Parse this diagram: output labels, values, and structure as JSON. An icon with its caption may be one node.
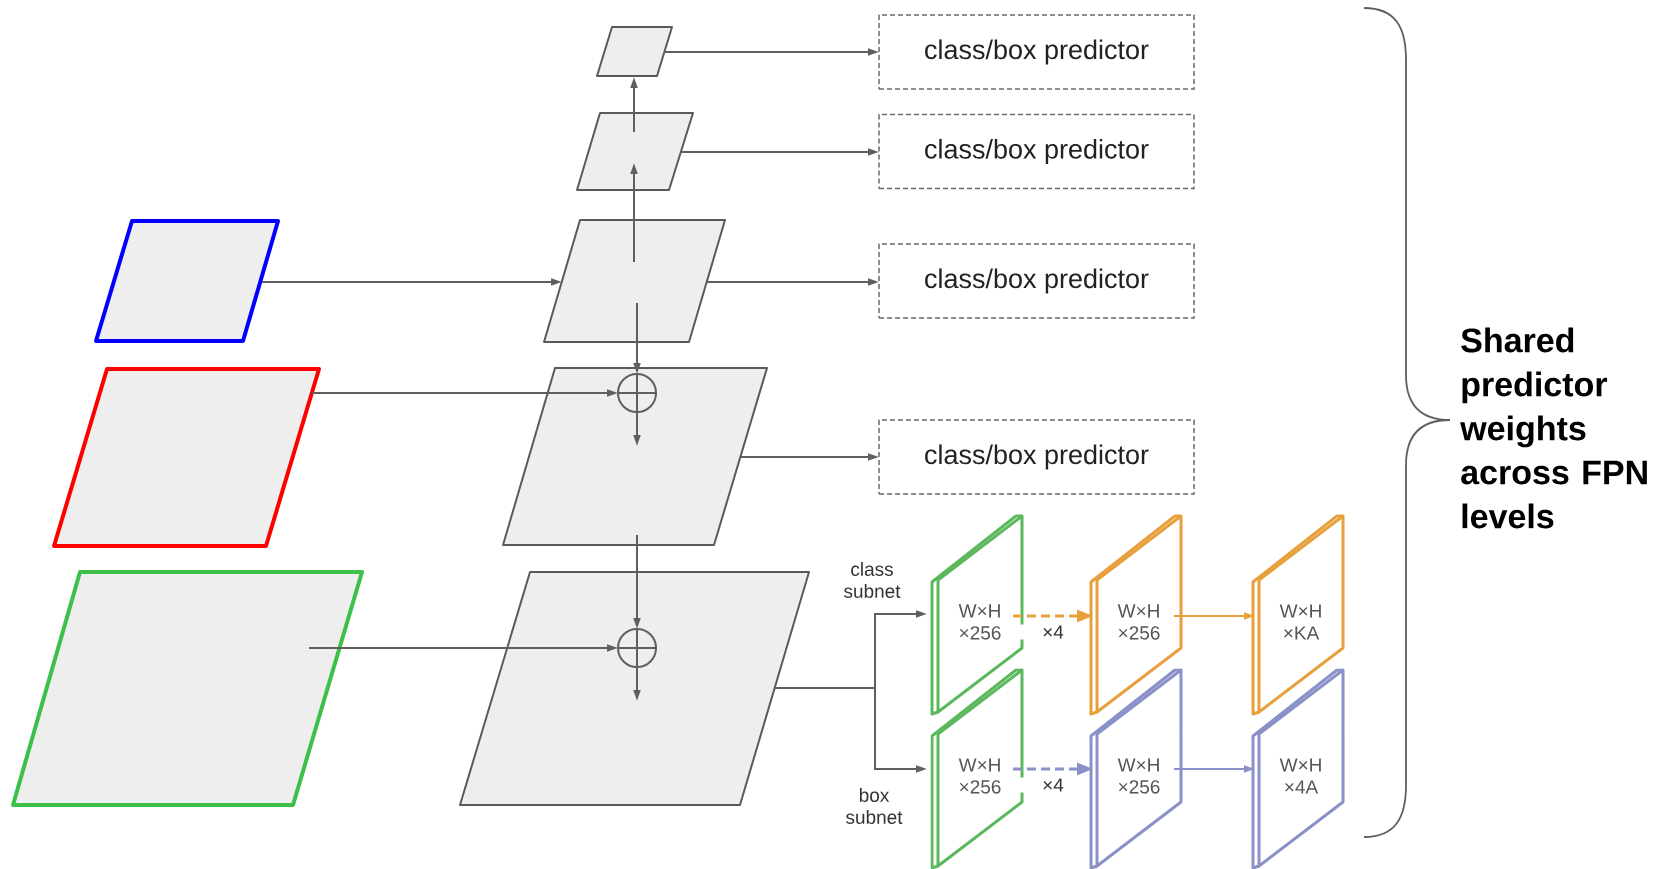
{
  "diagram": {
    "nodes": [
      {
        "text": [],
        "shape": "parallelogram"
      },
      {
        "text": [],
        "shape": "parallelogram"
      },
      {
        "text": [],
        "shape": "parallelogram"
      },
      {
        "text": [],
        "shape": "parallelogram"
      },
      {
        "text": [],
        "shape": "parallelogram"
      },
      {
        "text": [],
        "shape": "parallelogram"
      },
      {
        "text": [],
        "shape": "parallelogram"
      },
      {
        "text": [],
        "shape": "parallelogram"
      },
      {
        "text": [],
        "shape": "circle",
        "in": 6
      },
      {
        "text": [],
        "shape": "circle",
        "in": 7
      },
      {
        "text": [
          "class/box predictor"
        ]
      },
      {
        "text": [
          "class/box predictor"
        ]
      },
      {
        "text": [
          "class/box predictor"
        ]
      },
      {
        "text": [
          "class/box predictor"
        ]
      },
      {
        "text": [
          "W×H ×256"
        ]
      },
      {
        "text": [
          "W×H ×256"
        ]
      },
      {
        "text": [
          "W×H ×KA"
        ]
      },
      {
        "text": [
          "W×H ×256"
        ]
      },
      {
        "text": [
          "W×H ×256"
        ]
      },
      {
        "text": [
          "W×H ×4A"
        ]
      }
    ],
    "edges": [
      {
        "from": 0,
        "to": 5,
        "arrow": "to"
      },
      {
        "from": 1,
        "to": 8,
        "arrow": "to"
      },
      {
        "from": 2,
        "to": 9,
        "arrow": "to"
      },
      {
        "from": 5,
        "to": 8,
        "arrow": "to"
      },
      {
        "from": 8,
        "to": null,
        "arrow": "to"
      },
      {
        "from": 6,
        "to": 9,
        "arrow": "to"
      },
      {
        "from": 9,
        "to": null,
        "arrow": "to"
      },
      {
        "from": 5,
        "to": 4,
        "arrow": "to"
      },
      {
        "from": 4,
        "to": 3,
        "arrow": "to"
      },
      {
        "from": 3,
        "to": 10,
        "arrow": "to"
      },
      {
        "from": 4,
        "to": 11,
        "arrow": "to"
      },
      {
        "from": 5,
        "to": 12,
        "arrow": "to"
      },
      {
        "from": 6,
        "to": 13,
        "arrow": "to"
      },
      {
        "from": 7,
        "to": 14,
        "arrow": "to",
        "label": "class subnet"
      },
      {
        "from": 7,
        "to": 17,
        "arrow": "to",
        "label": "box subnet"
      },
      {
        "from": 14,
        "to": 15,
        "arrow": "to",
        "label": "×4",
        "style": "dashed",
        "color": "#e8a03c"
      },
      {
        "from": 15,
        "to": 16,
        "arrow": "to",
        "color": "#e8a03c"
      },
      {
        "from": 17,
        "to": 18,
        "arrow": "to",
        "label": "×4",
        "style": "dashed",
        "color": "#8a90c8"
      },
      {
        "from": 18,
        "to": 19,
        "arrow": "to",
        "color": "#8a90c8"
      }
    ],
    "labels": [
      "Shared predictor weights across FPN levels"
    ]
  }
}
